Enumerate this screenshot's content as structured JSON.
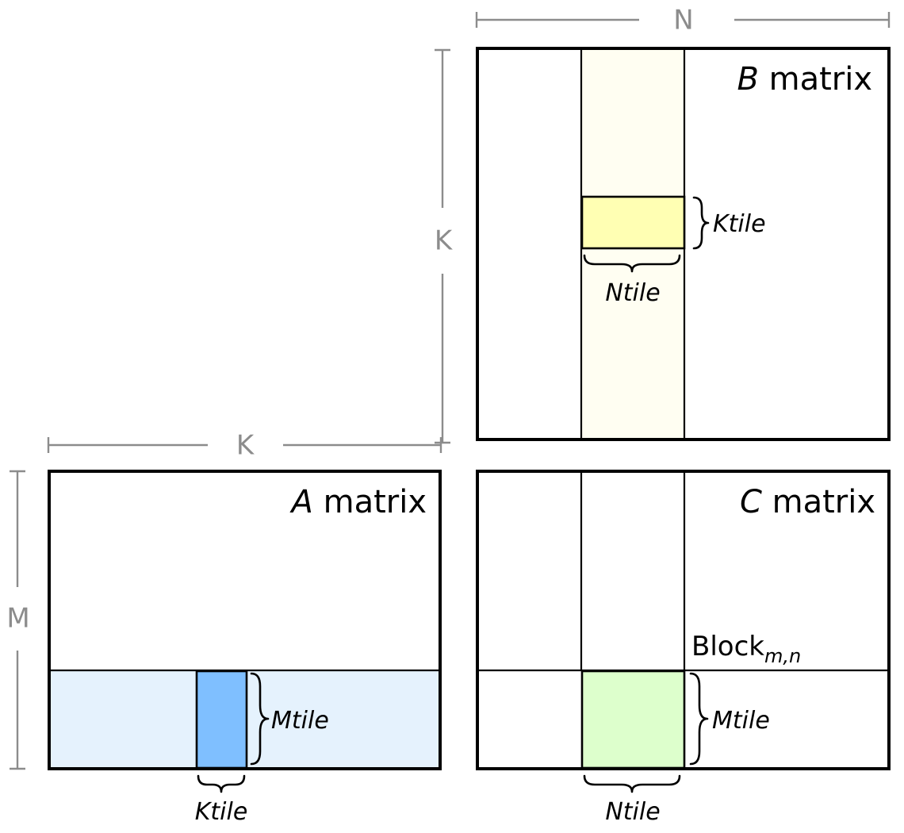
{
  "diagram": {
    "title": "Tiled matrix multiplication blocking diagram",
    "dimensions": {
      "n_label": "N",
      "k_label_vertical": "K",
      "k_label_horizontal": "K",
      "m_label": "M"
    },
    "matrices": {
      "b": {
        "name_italic": "B",
        "name_rest": " matrix",
        "stripe_fill": "#FFFEF2",
        "tile_fill": "#FFFFB3",
        "ktile_label": "Ktile",
        "ntile_label": "Ntile"
      },
      "a": {
        "name_italic": "A",
        "name_rest": " matrix",
        "row_fill": "#E5F2FD",
        "tile_fill": "#7FBFFF",
        "mtile_label": "Mtile",
        "ktile_label": "Ktile"
      },
      "c": {
        "name_italic": "C",
        "name_rest": " matrix",
        "tile_fill": "#DDFFCC",
        "block_label": "Block",
        "block_subscript": "m,n",
        "mtile_label": "Mtile",
        "ntile_label": "Ntile"
      }
    },
    "colors": {
      "stroke": "#000000",
      "dimension_gray": "#8c8c8c",
      "background": "#ffffff"
    }
  }
}
